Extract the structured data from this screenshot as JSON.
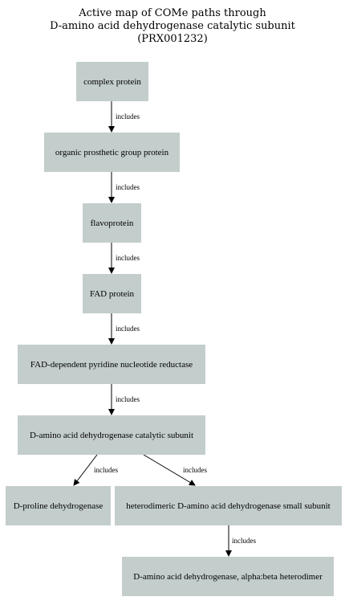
{
  "title": {
    "line1": "Active map of COMe paths through",
    "line2": "D-amino acid dehydrogenase catalytic subunit",
    "line3": "(PRX001232)"
  },
  "nodes": {
    "complex_protein": "complex protein",
    "organic_prosthetic": "organic prosthetic group protein",
    "flavoprotein": "flavoprotein",
    "fad_protein": "FAD protein",
    "fad_reductase": "FAD-dependent pyridine nucleotide reductase",
    "catalytic_subunit": "D-amino acid dehydrogenase catalytic subunit",
    "d_proline": "D-proline dehydrogenase",
    "small_subunit": "heterodimeric D-amino acid dehydrogenase small subunit",
    "heterodimer": "D-amino acid dehydrogenase, alpha:beta heterodimer"
  },
  "edges": {
    "e1": "includes",
    "e2": "includes",
    "e3": "includes",
    "e4": "includes",
    "e5": "includes",
    "e6": "includes",
    "e7": "includes",
    "e8": "includes"
  },
  "colors": {
    "node_fill": "#c3cdcc",
    "edge": "#000000"
  }
}
